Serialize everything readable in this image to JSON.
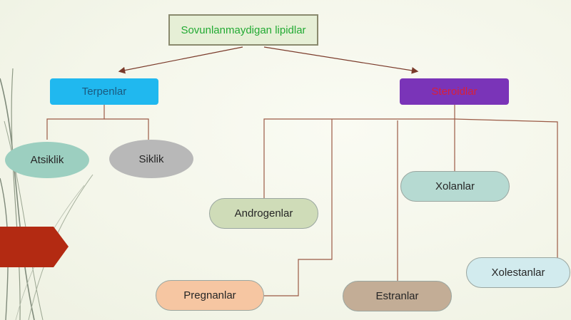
{
  "diagram": {
    "root": "Sovunlanmaydigan lipidlar",
    "branches": [
      {
        "label": "Terpenlar",
        "children": [
          "Atsiklik",
          "Siklik"
        ]
      },
      {
        "label": "Steroidlar",
        "children": [
          "Androgenlar",
          "Pregnanlar",
          "Estranlar",
          "Xolanlar",
          "Xolestanlar"
        ]
      }
    ]
  },
  "colors": {
    "terpen_box": "#20b8ef",
    "steroid_box": "#7a34b8",
    "root_text": "#22aa33",
    "accent_arrow": "#b3321a"
  }
}
